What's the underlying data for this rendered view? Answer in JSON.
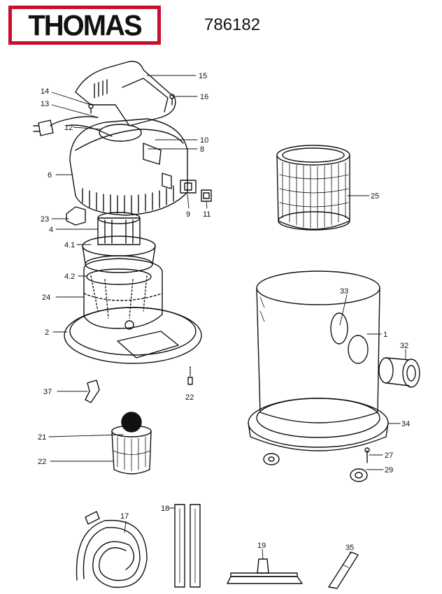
{
  "brand": "THOMAS",
  "model_number": "786182",
  "colors": {
    "brand_red": "#c8102e",
    "ink": "#111111"
  },
  "callouts": [
    {
      "id": "c15",
      "text": "15"
    },
    {
      "id": "c16",
      "text": "16"
    },
    {
      "id": "c14",
      "text": "14"
    },
    {
      "id": "c13",
      "text": "13"
    },
    {
      "id": "c12",
      "text": "12"
    },
    {
      "id": "c10",
      "text": "10"
    },
    {
      "id": "c8",
      "text": "8"
    },
    {
      "id": "c6",
      "text": "6"
    },
    {
      "id": "c25",
      "text": "25"
    },
    {
      "id": "c9",
      "text": "9"
    },
    {
      "id": "c11",
      "text": "11"
    },
    {
      "id": "c23",
      "text": "23"
    },
    {
      "id": "c4",
      "text": "4"
    },
    {
      "id": "c41",
      "text": "4.1"
    },
    {
      "id": "c42",
      "text": "4.2"
    },
    {
      "id": "c24",
      "text": "24"
    },
    {
      "id": "c33",
      "text": "33"
    },
    {
      "id": "c2",
      "text": "2"
    },
    {
      "id": "c1",
      "text": "1"
    },
    {
      "id": "c32",
      "text": "32"
    },
    {
      "id": "c37",
      "text": "37"
    },
    {
      "id": "c22a",
      "text": "22"
    },
    {
      "id": "c34",
      "text": "34"
    },
    {
      "id": "c21",
      "text": "21"
    },
    {
      "id": "c22b",
      "text": "22"
    },
    {
      "id": "c27",
      "text": "27"
    },
    {
      "id": "c29",
      "text": "29"
    },
    {
      "id": "c17",
      "text": "17"
    },
    {
      "id": "c18",
      "text": "18"
    },
    {
      "id": "c19",
      "text": "19"
    },
    {
      "id": "c35",
      "text": "35"
    }
  ]
}
